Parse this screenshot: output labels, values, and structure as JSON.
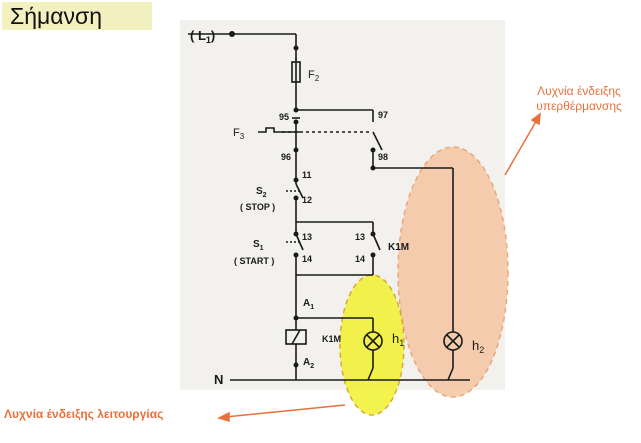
{
  "title": "Σήμανση",
  "annotations": {
    "overheat_lamp": [
      "Λυχνία ένδειξης",
      "υπερθέρμανσης"
    ],
    "operation_lamp": "Λυχνία ένδειξης λειτουργίας",
    "color": "#e8703a"
  },
  "diagram": {
    "line_l1": "( L",
    "line_l1_sub": "1",
    "line_l1_close": ")",
    "line_n": "N",
    "fuse": "F",
    "fuse_sub": "2",
    "thermal": "F",
    "thermal_sub": "3",
    "t95": "95",
    "t96": "96",
    "t97": "97",
    "t98": "98",
    "t11": "11",
    "t12": "12",
    "stop_label": "S",
    "stop_sub": "2",
    "stop_text": "( STOP )",
    "t13a": "13",
    "t14a": "14",
    "t13b": "13",
    "t14b": "14",
    "start_label": "S",
    "start_sub": "1",
    "start_text": "( START )",
    "k1m_contact": "K1M",
    "a1": "A",
    "a1_sub": "1",
    "a2": "A",
    "a2_sub": "2",
    "k1m_coil": "K1M",
    "h1": "h",
    "h1_sub": "1",
    "h2": "h",
    "h2_sub": "2"
  },
  "highlight_colors": {
    "operation": "#f2f23a",
    "overheat": "#f5c9a6"
  }
}
